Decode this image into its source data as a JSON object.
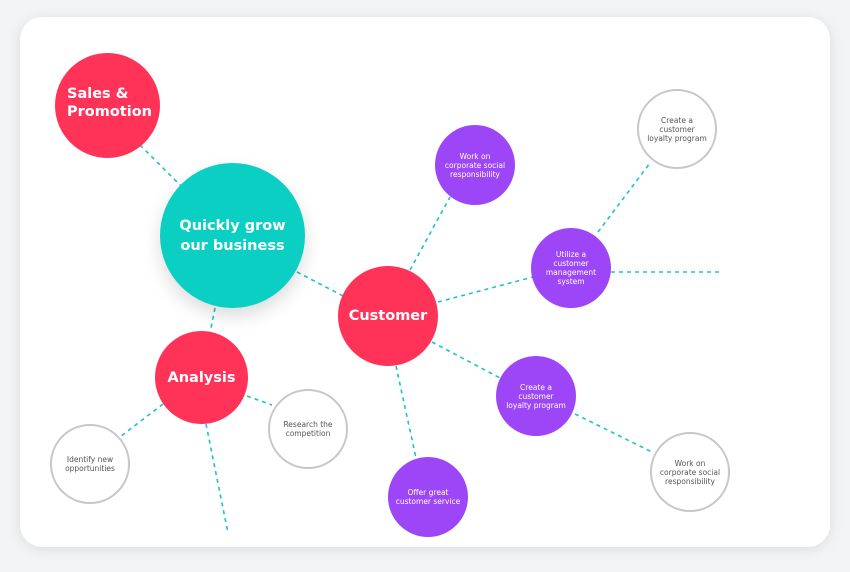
{
  "nodes": {
    "sales": "Sales &\nPromotion",
    "grow": "Quickly grow\nour business",
    "customer": "Customer",
    "analysis": "Analysis",
    "csr_purple": "Work on\ncorporate social\nresponsibility",
    "utilize": "Utilize a\ncustomer\nmanagement\nsystem",
    "loyalty_purple": "Create a\ncustomer\nloyalty program",
    "service": "Offer great\ncustomer service",
    "loyalty_outline": "Create a\ncustomer\nloyalty program",
    "research": "Research the\ncompetition",
    "identify": "Identify new\nopportunities",
    "csr_outline": "Work on\ncorporate social\nresponsibility"
  },
  "colors": {
    "red": "#ff3358",
    "teal": "#0ccfc4",
    "purple": "#9c46f7",
    "outline": "#c7c7c7",
    "connector": "#1cc3c8"
  }
}
